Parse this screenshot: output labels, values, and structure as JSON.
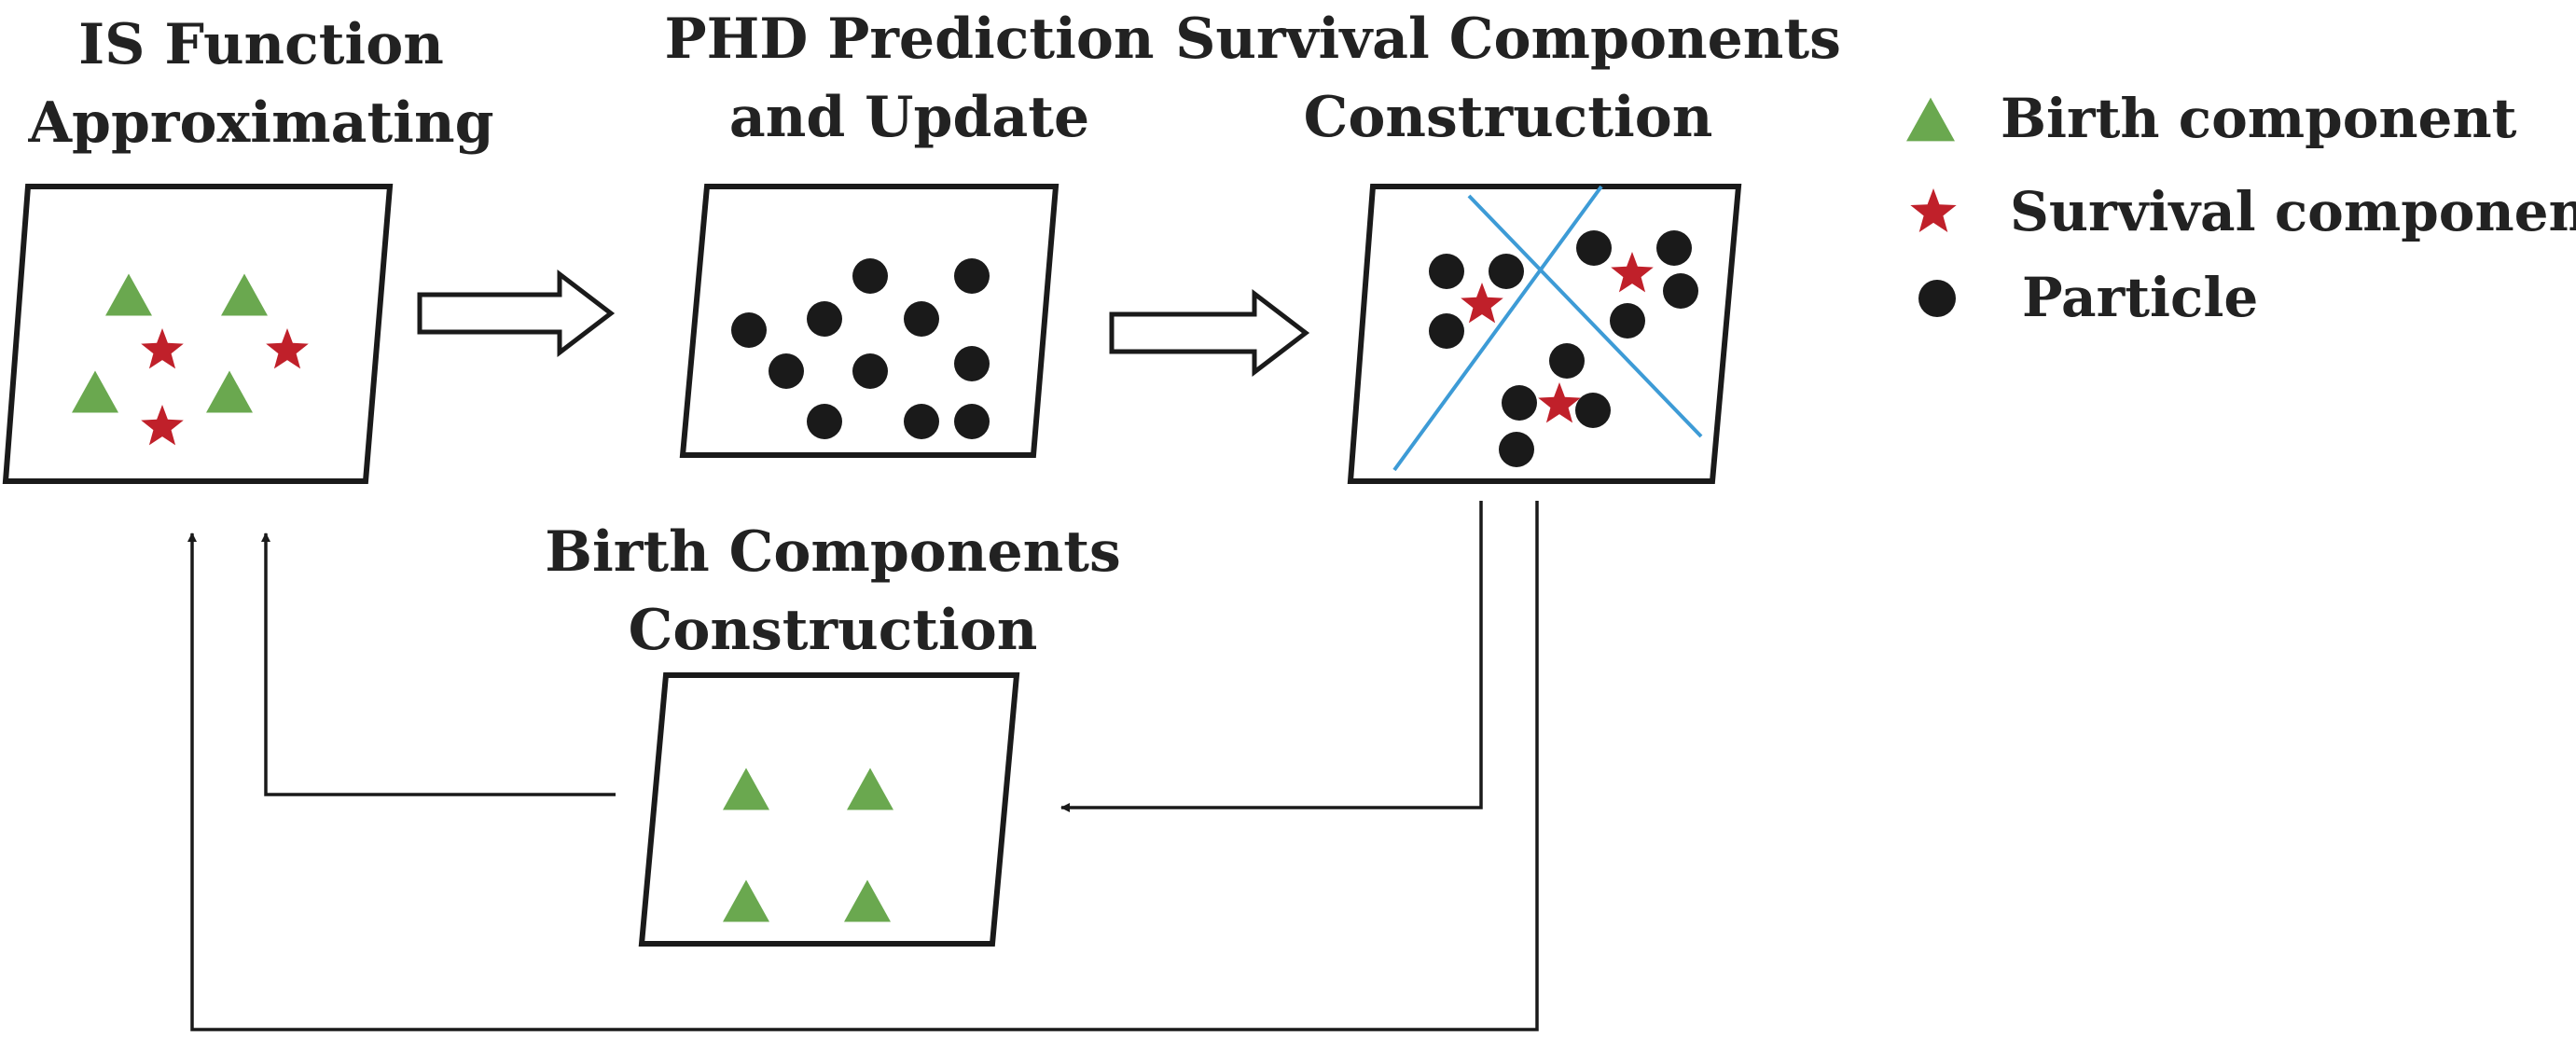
{
  "colors": {
    "birth": "#6aa84f",
    "survival": "#c0202a",
    "particle": "#1a1a1a",
    "divider": "#3d9bd6"
  },
  "icons": {
    "birth": "green-triangle-icon",
    "survival": "red-star-icon",
    "particle": "black-dot-icon"
  },
  "panels": {
    "is_function": {
      "title_line1": "IS Function",
      "title_line2": "Approximating"
    },
    "phd": {
      "title_line1": "PHD Prediction",
      "title_line2": "and Update"
    },
    "survival": {
      "title_line1": "Survival Components",
      "title_line2": "Construction"
    },
    "birth": {
      "title_line1": "Birth Components",
      "title_line2": "Construction"
    }
  },
  "legend": {
    "birth_label": "Birth component",
    "survival_label": "Survival component",
    "particle_label": "Particle"
  }
}
